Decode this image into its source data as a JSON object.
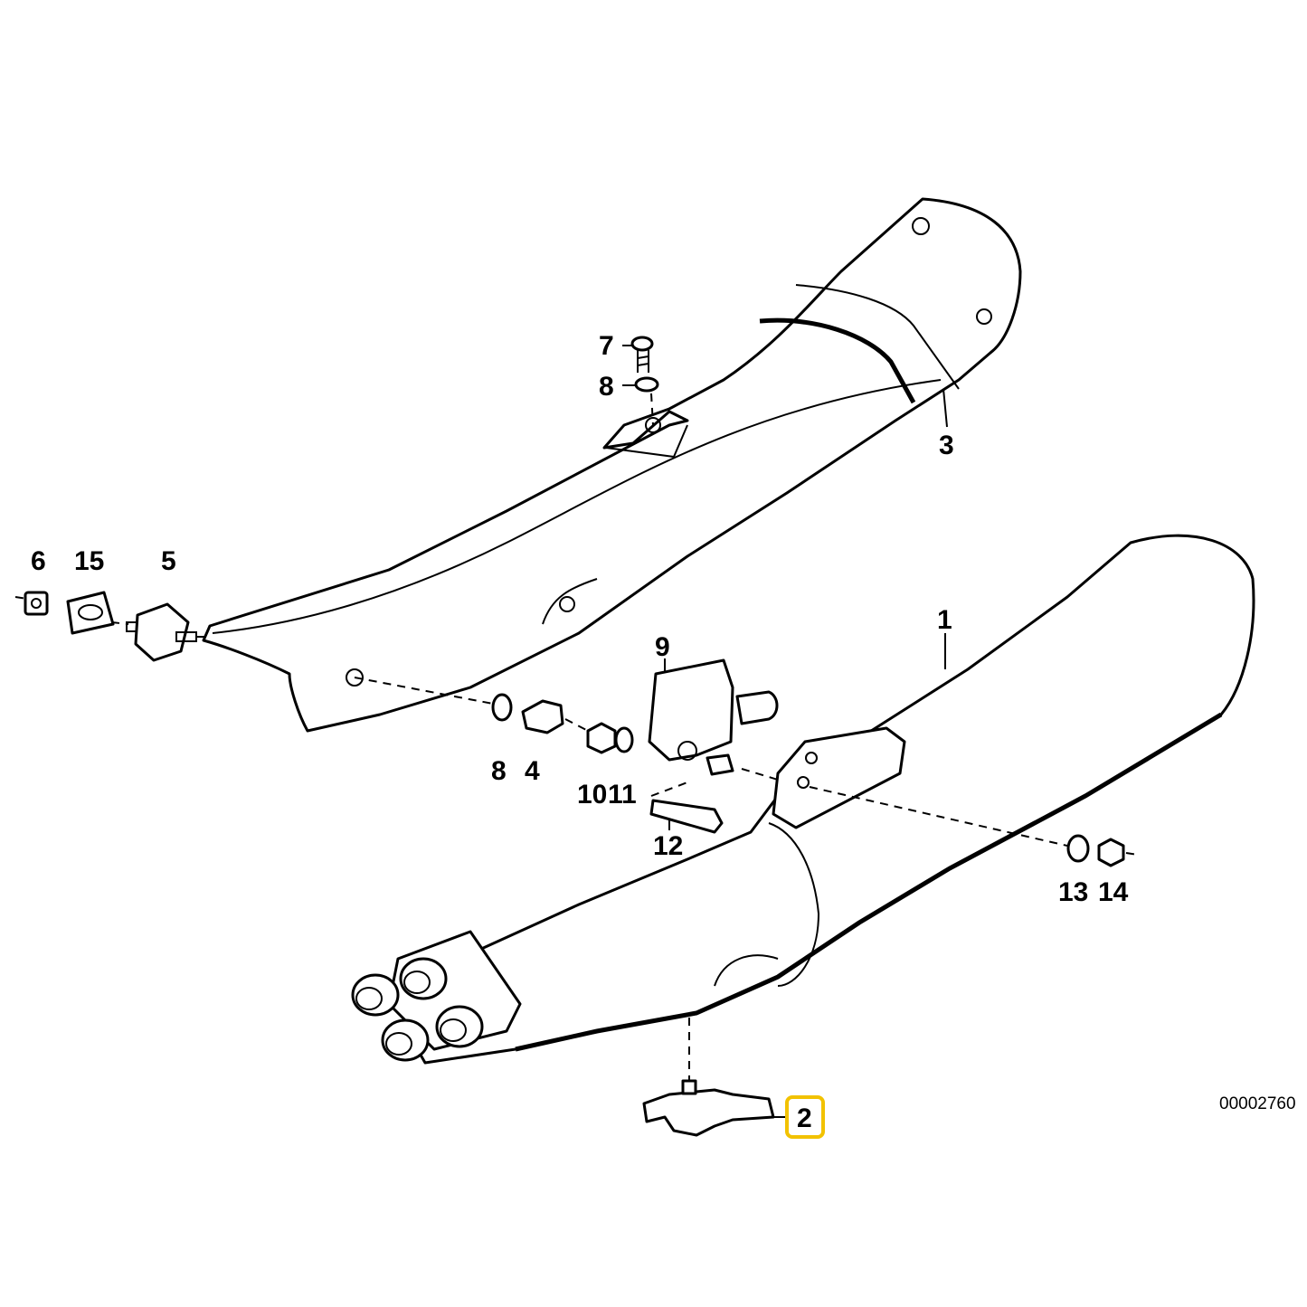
{
  "diagram_id": "00002760",
  "highlight_color": "#f2c200",
  "callouts": {
    "c1": "1",
    "c2": "2",
    "c3": "3",
    "c4": "4",
    "c5": "5",
    "c6": "6",
    "c7": "7",
    "c8a": "8",
    "c8b": "8",
    "c9": "9",
    "c10": "10",
    "c11": "11",
    "c12": "12",
    "c13": "13",
    "c14": "14",
    "c15": "15"
  },
  "highlighted_callout": "2"
}
